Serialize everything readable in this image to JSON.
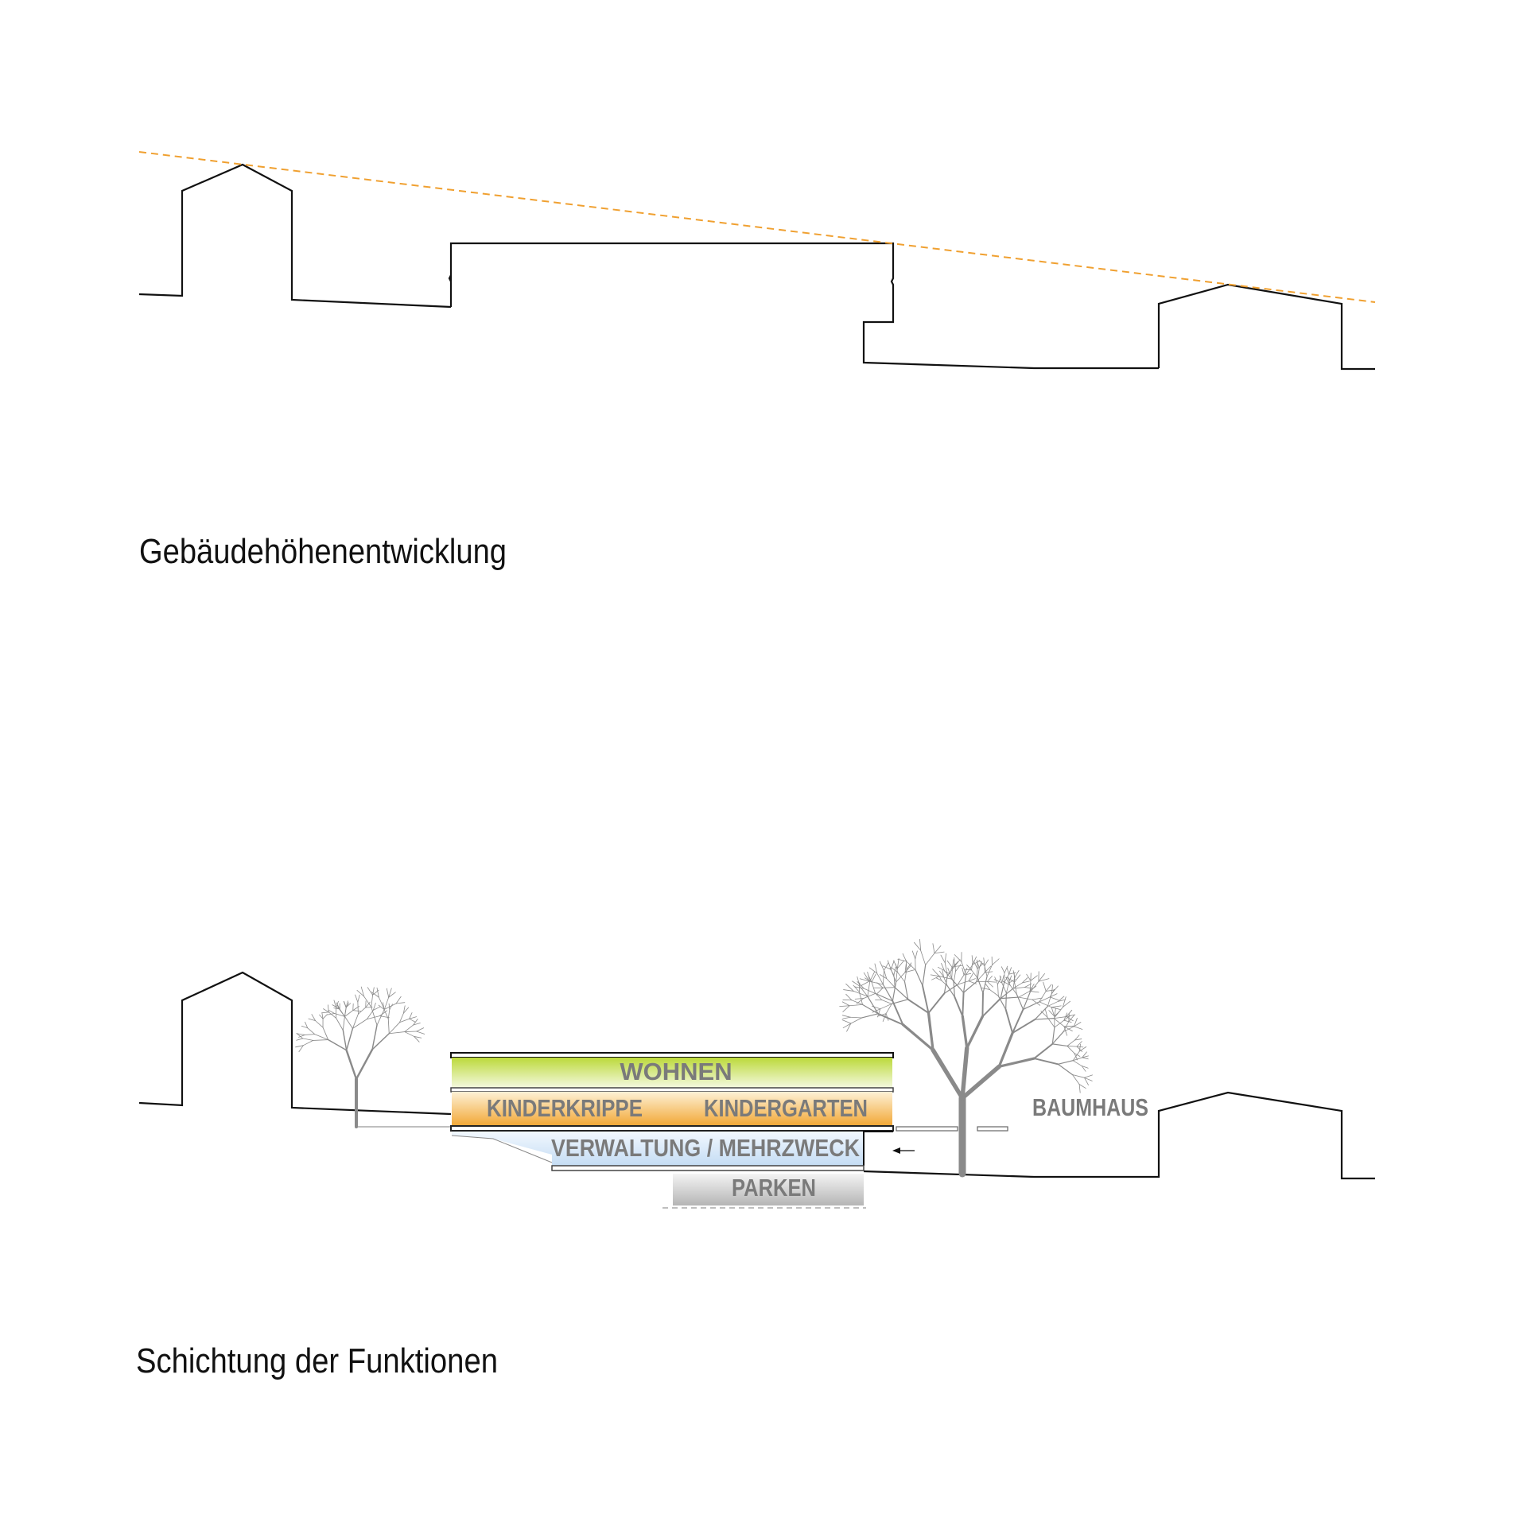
{
  "section1": {
    "title": "Gebäudehöhenentwicklung",
    "height_line_color": "#f0a030"
  },
  "section2": {
    "title": "Schichtung der Funktionen",
    "layers": {
      "wohnen": "WOHNEN",
      "kinderkrippe": "KINDERKRIPPE",
      "kindergarten": "KINDERGARTEN",
      "verwaltung": "VERWALTUNG / MEHRZWECK",
      "parken": "PARKEN"
    },
    "baumhaus": "BAUMHAUS",
    "colors": {
      "wohnen": "#b8d832",
      "kinder": "#f2a93a",
      "verwaltung": "#c9e0f5",
      "parken": "#b8b8b8",
      "label": "#7a7a7a",
      "tree": "#8a8a8a"
    }
  }
}
